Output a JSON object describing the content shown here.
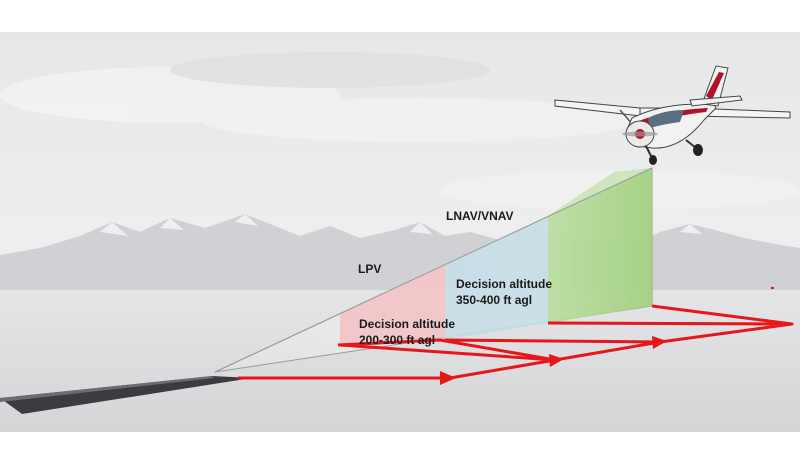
{
  "approach": {
    "lnav_vnav_label": "LNAV/VNAV",
    "lpv_label": "LPV",
    "lpv_minimum": {
      "line1": "Decision altitude",
      "line2": "200-300 ft agl"
    },
    "lnav_vnav_minimum": {
      "line1": "Decision altitude",
      "line2": "350-400 ft agl"
    }
  },
  "colors": {
    "sky_top": "#e9eaeb",
    "sky_horizon": "#f4f4f4",
    "ground": "#d9dadc",
    "runway": "#3a3c40",
    "flight_path": "#e8151b",
    "lpv_zone": "#f3c7c8",
    "lnav_vnav_zone": "#cde0e7",
    "lnav_zone": "#a9d48a",
    "aircraft_stripe": "#b5102a"
  },
  "icons": {
    "aircraft": "cessna-aircraft-icon",
    "runway": "runway-icon",
    "flight_path_arrow": "arrow-right-icon"
  }
}
